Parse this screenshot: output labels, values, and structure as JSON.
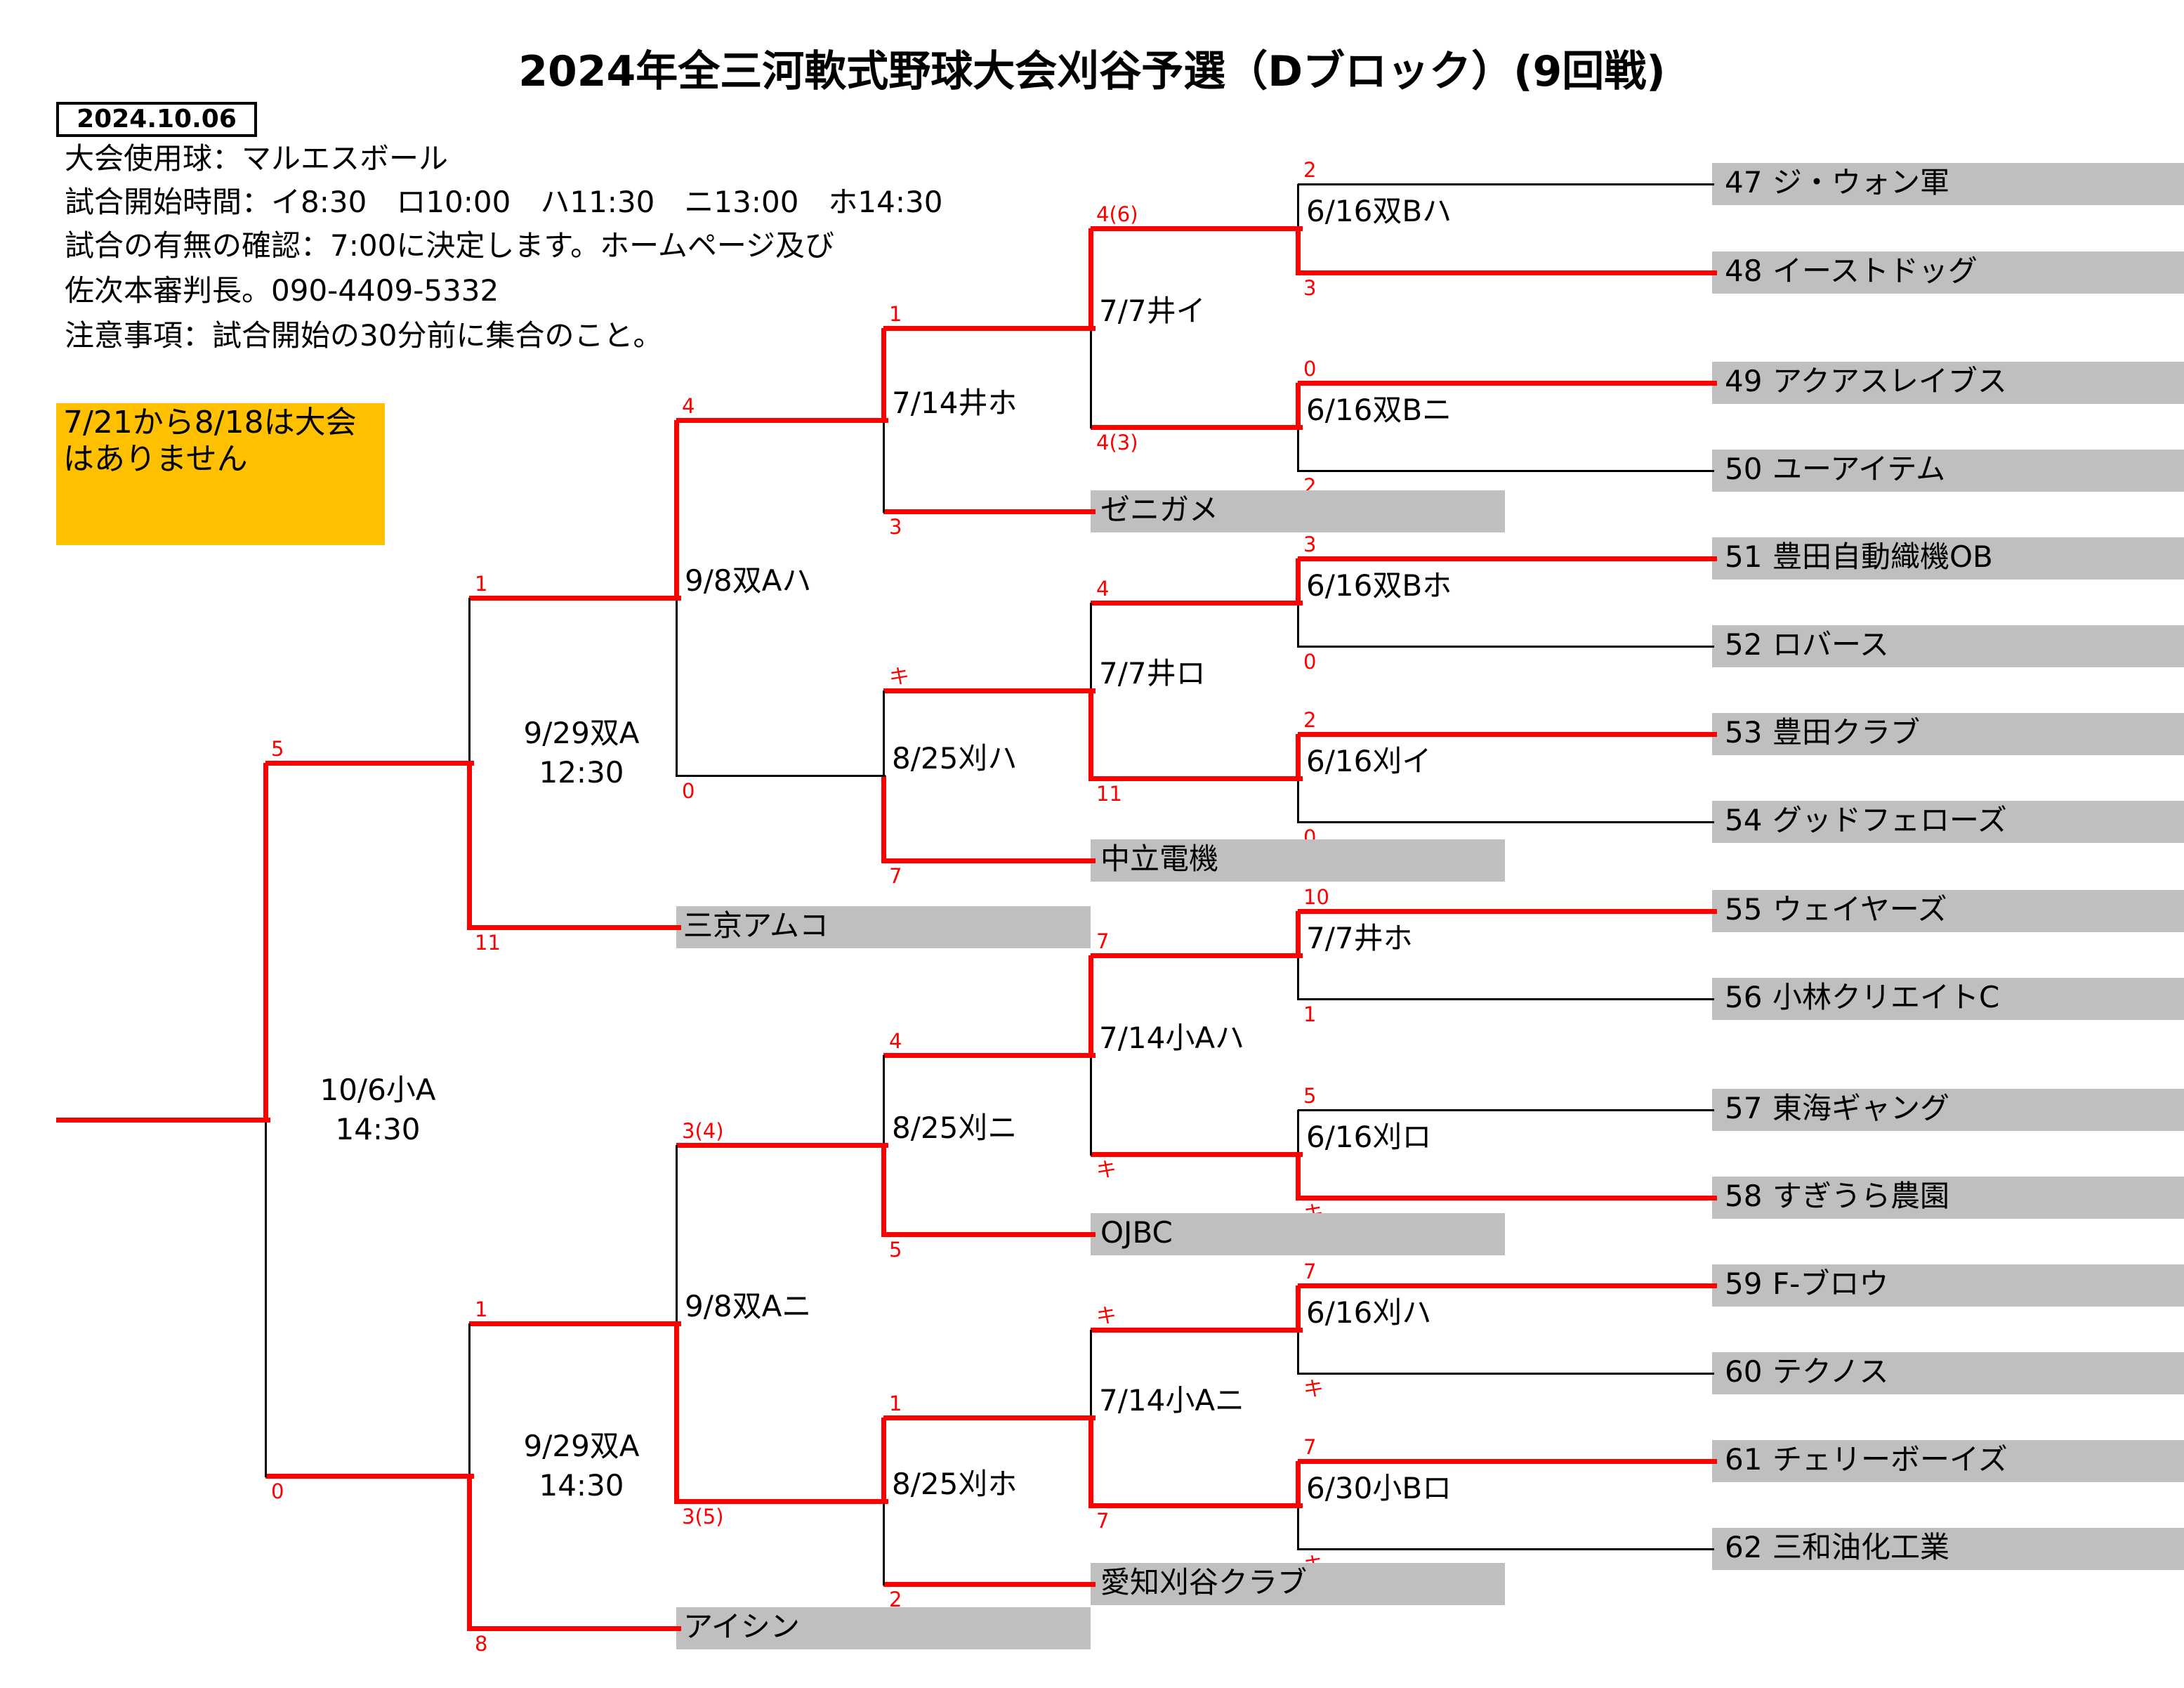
{
  "title": "2024年全三河軟式野球大会刈谷予選（Dブロック）(9回戦)",
  "date": "2024.10.06",
  "info_lines": [
    "大会使用球：マルエスボール",
    "試合開始時間：イ8:30　ロ10:00　ハ11:30　ニ13:00　ホ14:30",
    "試合の有無の確認：7:00に決定します。ホームページ及び",
    "佐次本審判長。090-4409-5332",
    "注意事項：試合開始の30分前に集合のこと。"
  ],
  "notice": "7/21から8/18は大会はありません",
  "teams": [
    {
      "no": "47",
      "name": "ジ・ウォン軍"
    },
    {
      "no": "48",
      "name": "イーストドッグ"
    },
    {
      "no": "49",
      "name": "アクアスレイブス"
    },
    {
      "no": "50",
      "name": "ユーアイテム"
    },
    {
      "no": "51",
      "name": "豊田自動織機OB"
    },
    {
      "no": "52",
      "name": "ロバース"
    },
    {
      "no": "53",
      "name": "豊田クラブ"
    },
    {
      "no": "54",
      "name": "グッドフェローズ"
    },
    {
      "no": "55",
      "name": "ウェイヤーズ"
    },
    {
      "no": "56",
      "name": "小林クリエイトC"
    },
    {
      "no": "57",
      "name": "東海ギャング"
    },
    {
      "no": "58",
      "name": "すぎうら農園"
    },
    {
      "no": "59",
      "name": "F-ブロウ"
    },
    {
      "no": "60",
      "name": "テクノス"
    },
    {
      "no": "61",
      "name": "チェリーボーイズ"
    },
    {
      "no": "62",
      "name": "三和油化工業"
    }
  ],
  "seeded_teams": [
    "ゼニガメ",
    "中立電機",
    "三京アムコ",
    "OJBC",
    "愛知刈谷クラブ",
    "アイシン"
  ],
  "round1": [
    "6/16双Bハ",
    "6/16双Bニ",
    "6/16双Bホ",
    "6/16刈イ",
    "7/7井ホ",
    "6/16刈ロ",
    "6/16刈ハ",
    "6/30小Bロ"
  ],
  "round2": [
    "7/7井イ",
    "7/7井ロ",
    "7/14小Aハ",
    "7/14小Aニ"
  ],
  "round3": [
    "7/14井ホ",
    "8/25刈ハ",
    "8/25刈ニ",
    "8/25刈ホ"
  ],
  "round4": [
    "9/8双Aハ",
    "9/8双Aニ"
  ],
  "round5": [
    {
      "date": "9/29双A",
      "time": "12:30"
    },
    {
      "date": "9/29双A",
      "time": "14:30"
    }
  ],
  "final": {
    "date": "10/6小A",
    "time": "14:30"
  },
  "scores": {
    "r1": [
      [
        "2",
        "3"
      ],
      [
        "0",
        "2"
      ],
      [
        "3",
        "0"
      ],
      [
        "2",
        "0"
      ],
      [
        "10",
        "1"
      ],
      [
        "5",
        "キ"
      ],
      [
        "7",
        "キ"
      ],
      [
        "7",
        "キ"
      ]
    ],
    "r2": [
      [
        "4(6)",
        "4(3)"
      ],
      [
        "4",
        "11"
      ],
      [
        "7",
        "キ"
      ],
      [
        "キ",
        "7"
      ]
    ],
    "r3": [
      [
        "1",
        "3"
      ],
      [
        "キ",
        "7"
      ],
      [
        "4",
        "5"
      ],
      [
        "1",
        "2"
      ]
    ],
    "r4": [
      [
        "4",
        "0"
      ],
      [
        "3(4)",
        "3(5)"
      ]
    ],
    "r5": [
      [
        "1",
        "11"
      ],
      [
        "1",
        "8"
      ]
    ],
    "final": [
      "5",
      "0"
    ]
  }
}
